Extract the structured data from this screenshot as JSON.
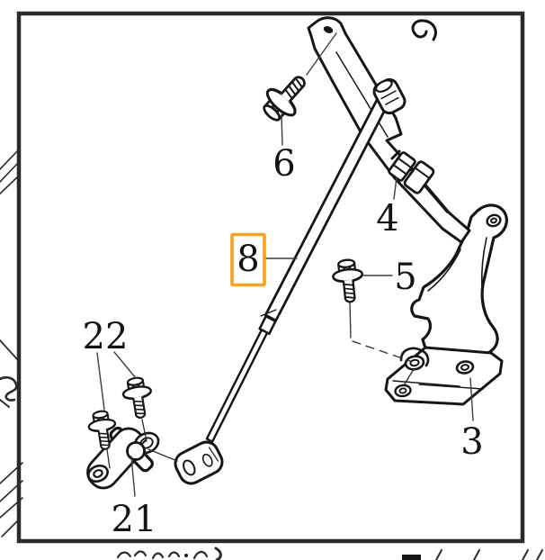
{
  "diagram": {
    "type": "exploded-parts-diagram",
    "callouts": {
      "c3": {
        "label": "3",
        "highlighted": false
      },
      "c4": {
        "label": "4",
        "highlighted": false
      },
      "c5": {
        "label": "5",
        "highlighted": false
      },
      "c6": {
        "label": "6",
        "highlighted": false
      },
      "c8": {
        "label": "8",
        "highlighted": true
      },
      "c21": {
        "label": "21",
        "highlighted": false
      },
      "c22": {
        "label": "22",
        "highlighted": false
      }
    },
    "highlight_color": "#F6A21E",
    "line_color": "#161616",
    "frame_color": "#2a2a2a",
    "background_color": "#ffffff"
  }
}
